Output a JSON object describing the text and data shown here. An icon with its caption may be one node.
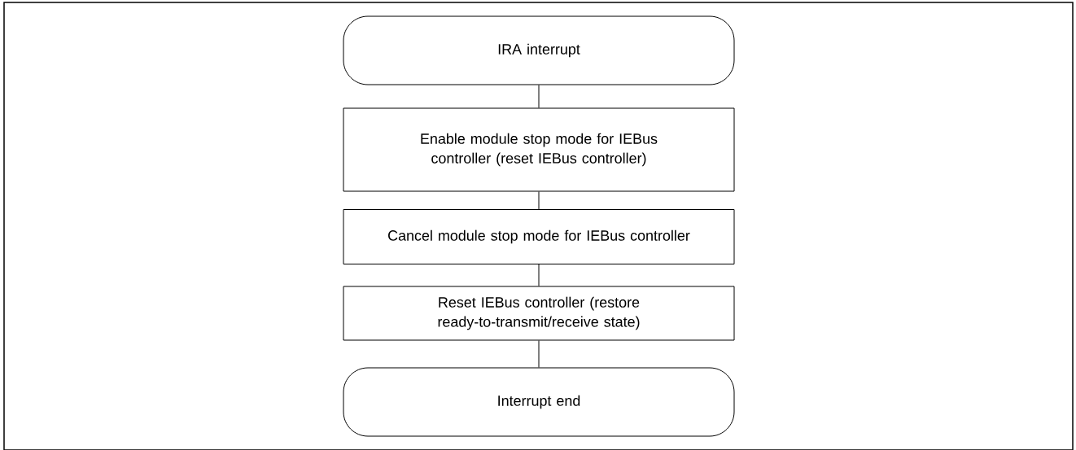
{
  "diagram": {
    "nodes": [
      {
        "text": [
          "IRA interrupt"
        ]
      },
      {
        "text": [
          "Enable module stop mode for IEBus controller (reset IEBus controller)"
        ]
      },
      {
        "text": [
          "Cancel module stop mode for IEBus controller"
        ]
      },
      {
        "text": [
          "Reset IEBus controller (restore ready-to-transmit/receive state)"
        ]
      },
      {
        "text": [
          "Interrupt end"
        ]
      }
    ],
    "edges": [
      {
        "from": 0,
        "to": 1,
        "arrow": "none"
      },
      {
        "from": 1,
        "to": 2,
        "arrow": "none"
      },
      {
        "from": 2,
        "to": 3,
        "arrow": "none"
      },
      {
        "from": 3,
        "to": 4,
        "arrow": "none"
      }
    ]
  }
}
